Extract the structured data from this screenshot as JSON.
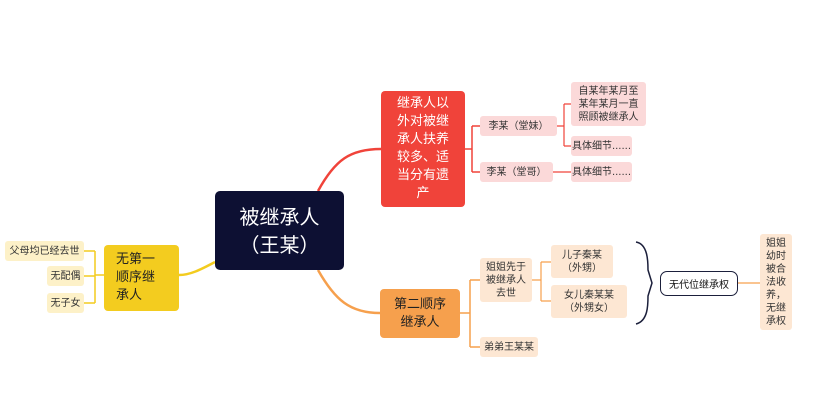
{
  "root": {
    "label": "被继承人\n（王某）"
  },
  "branches": {
    "non_heir": {
      "label": "继承人以\n外对被继\n承人扶养\n较多、适\n当分有遗\n产"
    },
    "second_order": {
      "label": "第二顺序\n继承人"
    },
    "no_first_order": {
      "label": "无第一\n顺序继\n承人"
    }
  },
  "non_heir_items": {
    "cousin_f": "李某（堂妹）",
    "cousin_m": "李某（堂哥）",
    "care_period": "自某年某月至\n某年某月一直\n照顾被继承人",
    "detail1": "具体细节......",
    "detail2": "具体细节......"
  },
  "second_items": {
    "sister": "姐姐先于\n被继承人\n去世",
    "brother": "弟弟王某某",
    "nephew": "儿子秦某\n（外甥）",
    "niece": "女儿秦某某\n（外甥女）",
    "no_subrogation": "无代位继承权",
    "reason": "姐姐\n幼时\n被合\n法收\n养，\n无继\n承权"
  },
  "first_order_reasons": {
    "parents": "父母均已经去世",
    "spouse": "无配偶",
    "children": "无子女"
  },
  "colors": {
    "root": "#0d1033",
    "red": "#f0433a",
    "orange": "#f6a04d",
    "yellow": "#f3cc1f"
  }
}
